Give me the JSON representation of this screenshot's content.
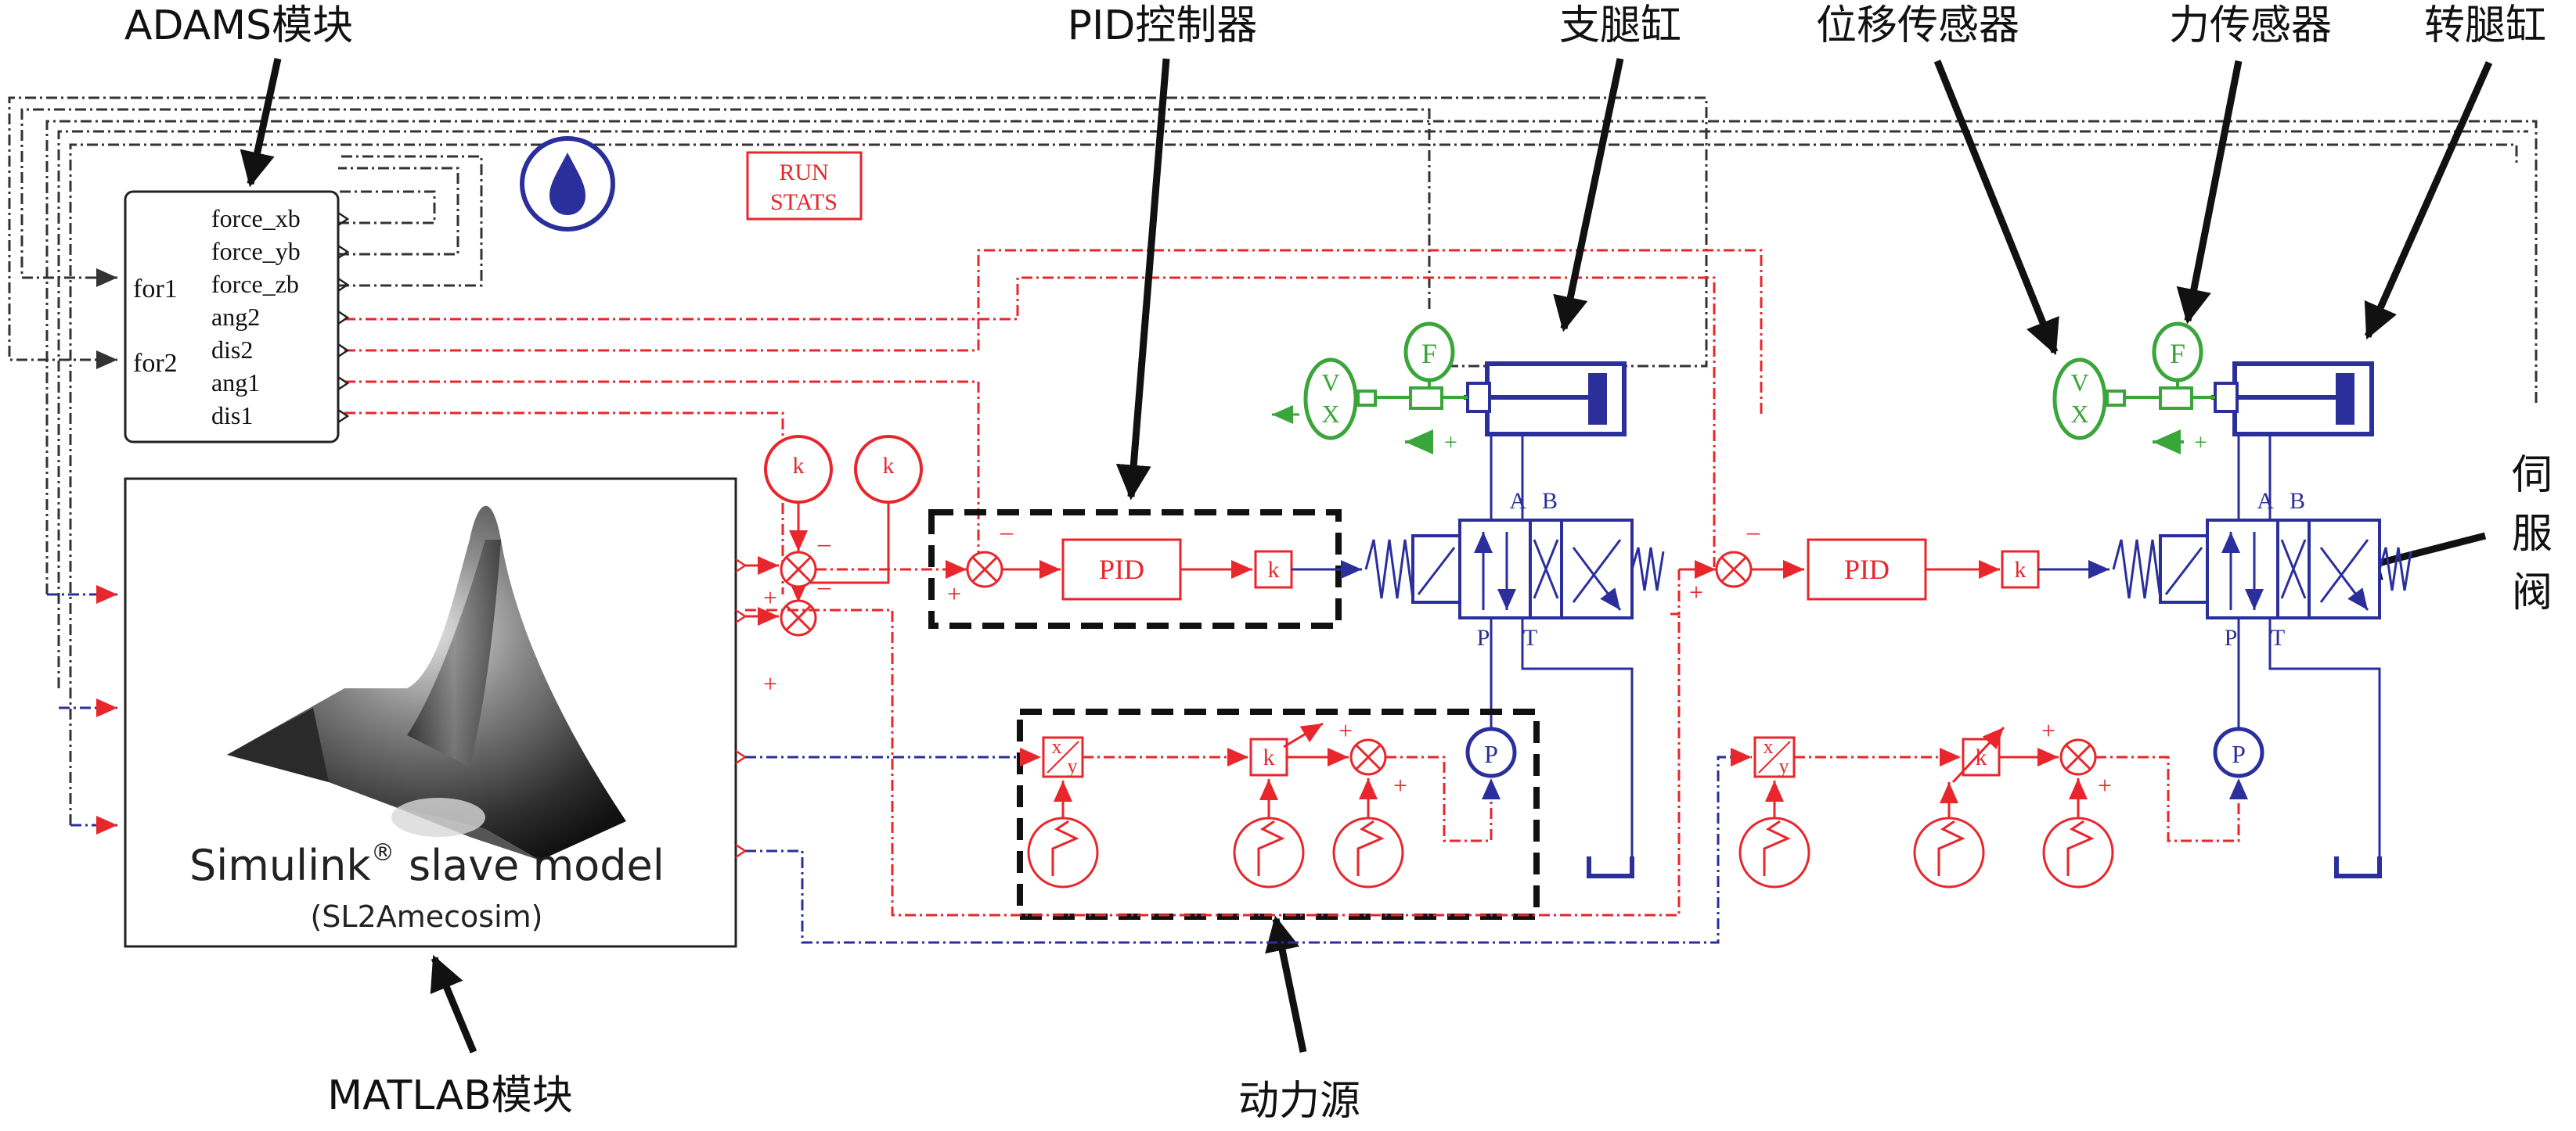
{
  "colors": {
    "signal_red": "#e8262c",
    "hydraulic_blue": "#2b2f9c",
    "sensor_green": "#3aa53a",
    "wire_dark": "#333333",
    "callout_black": "#111111"
  },
  "callouts": {
    "adams": "ADAMS模块",
    "pid": "PID控制器",
    "support_cyl": "支腿缸",
    "disp_sensor": "位移传感器",
    "force_sensor": "力传感器",
    "rotate_cyl": "转腿缸",
    "servo_1": "伺",
    "servo_2": "服",
    "servo_3": "阀",
    "matlab": "MATLAB模块",
    "power": "动力源"
  },
  "adams_block": {
    "inputs": [
      "for1",
      "for2"
    ],
    "outputs": [
      "force_xb",
      "force_yb",
      "force_zb",
      "ang2",
      "dis2",
      "ang1",
      "dis1"
    ]
  },
  "run_stats": {
    "line1": "RUN",
    "line2": "STATS"
  },
  "simulink": {
    "label": "Simulink",
    "reg": "®",
    "label2": "slave model",
    "sub": "(SL2Amecosim)"
  },
  "blocks": {
    "pid": "PID",
    "gain": "k",
    "force": "F",
    "vel1": "V",
    "vel2": "X",
    "pump": "P",
    "mult_x": "x",
    "mult_y": "y",
    "minus": "–",
    "plus": "+"
  },
  "valve": {
    "A": "A",
    "B": "B",
    "P": "P",
    "T": "T"
  }
}
